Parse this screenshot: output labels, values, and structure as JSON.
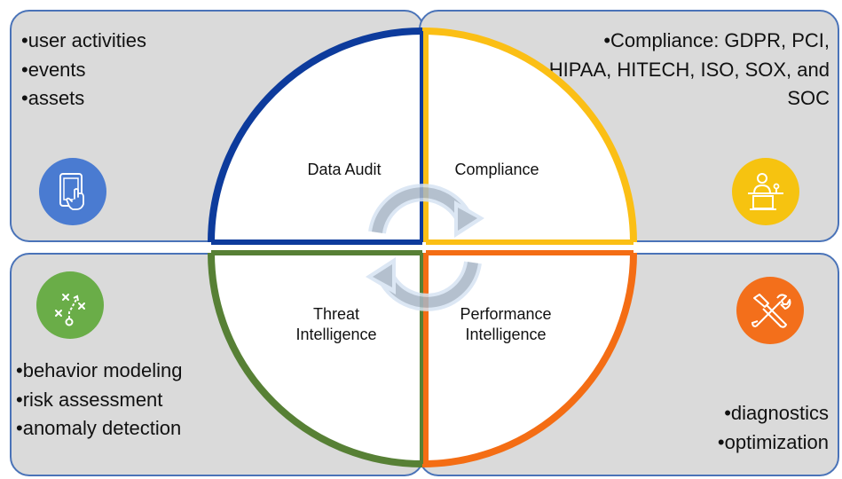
{
  "panels": {
    "top_left": {
      "bullets": [
        "•user activities",
        "•events",
        "•assets"
      ],
      "icon": "tablet-touch-icon",
      "icon_color": "#4a7bd1"
    },
    "top_right": {
      "text": "•Compliance: GDPR, PCI, HIPAA, HITECH, ISO, SOX, and SOC",
      "icon": "presenter-podium-icon",
      "icon_color": "#f6c310"
    },
    "bottom_left": {
      "bullets": [
        "•behavior modeling",
        "•risk assessment",
        "•anomaly detection"
      ],
      "icon": "strategy-play-icon",
      "icon_color": "#6aad48"
    },
    "bottom_right": {
      "bullets": [
        "•diagnostics",
        "•optimization"
      ],
      "icon": "tools-icon",
      "icon_color": "#f36f1b"
    }
  },
  "wheel": {
    "quadrants": [
      {
        "label": "Data Audit",
        "color": "#0d3b9c"
      },
      {
        "label": "Compliance",
        "color": "#fbbf15"
      },
      {
        "label": "Threat Intelligence",
        "color": "#578035"
      },
      {
        "label": "Performance Intelligence",
        "color": "#f46d14"
      }
    ],
    "center_icon": "cycle-arrows-icon"
  },
  "colors": {
    "panel_fill": "#dadada",
    "panel_border": "#4a73b8"
  }
}
